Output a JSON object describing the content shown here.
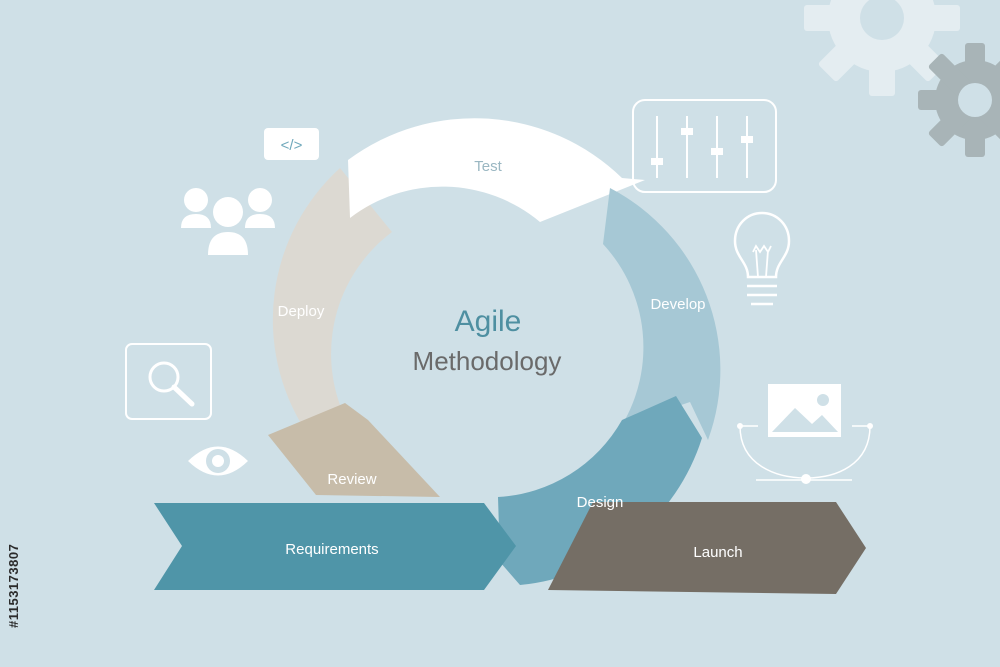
{
  "title": {
    "line1": "Agile",
    "line2": "Methodology"
  },
  "stages": {
    "test": "Test",
    "develop": "Develop",
    "design": "Design",
    "review": "Review",
    "deploy": "Deploy",
    "requirements": "Requirements",
    "launch": "Launch"
  },
  "code_tag": "</>",
  "stock_id": "#1153173807",
  "icons": [
    "code-tag-icon",
    "team-users-icon",
    "search-icon",
    "eye-icon",
    "sliders-icon",
    "lightbulb-icon",
    "image-icon",
    "bezier-curve-icon",
    "gear-icon"
  ],
  "colors": {
    "background": "#cfe0e7",
    "test": "#ffffff",
    "develop": "#a6c8d5",
    "design": "#6fa8bb",
    "review": "#c7bca9",
    "deploy": "#dcd9d2",
    "requirements": "#4f95a8",
    "launch": "#756e65",
    "title_agile": "#4e8fa1",
    "title_methodology": "#6a6a6a"
  }
}
